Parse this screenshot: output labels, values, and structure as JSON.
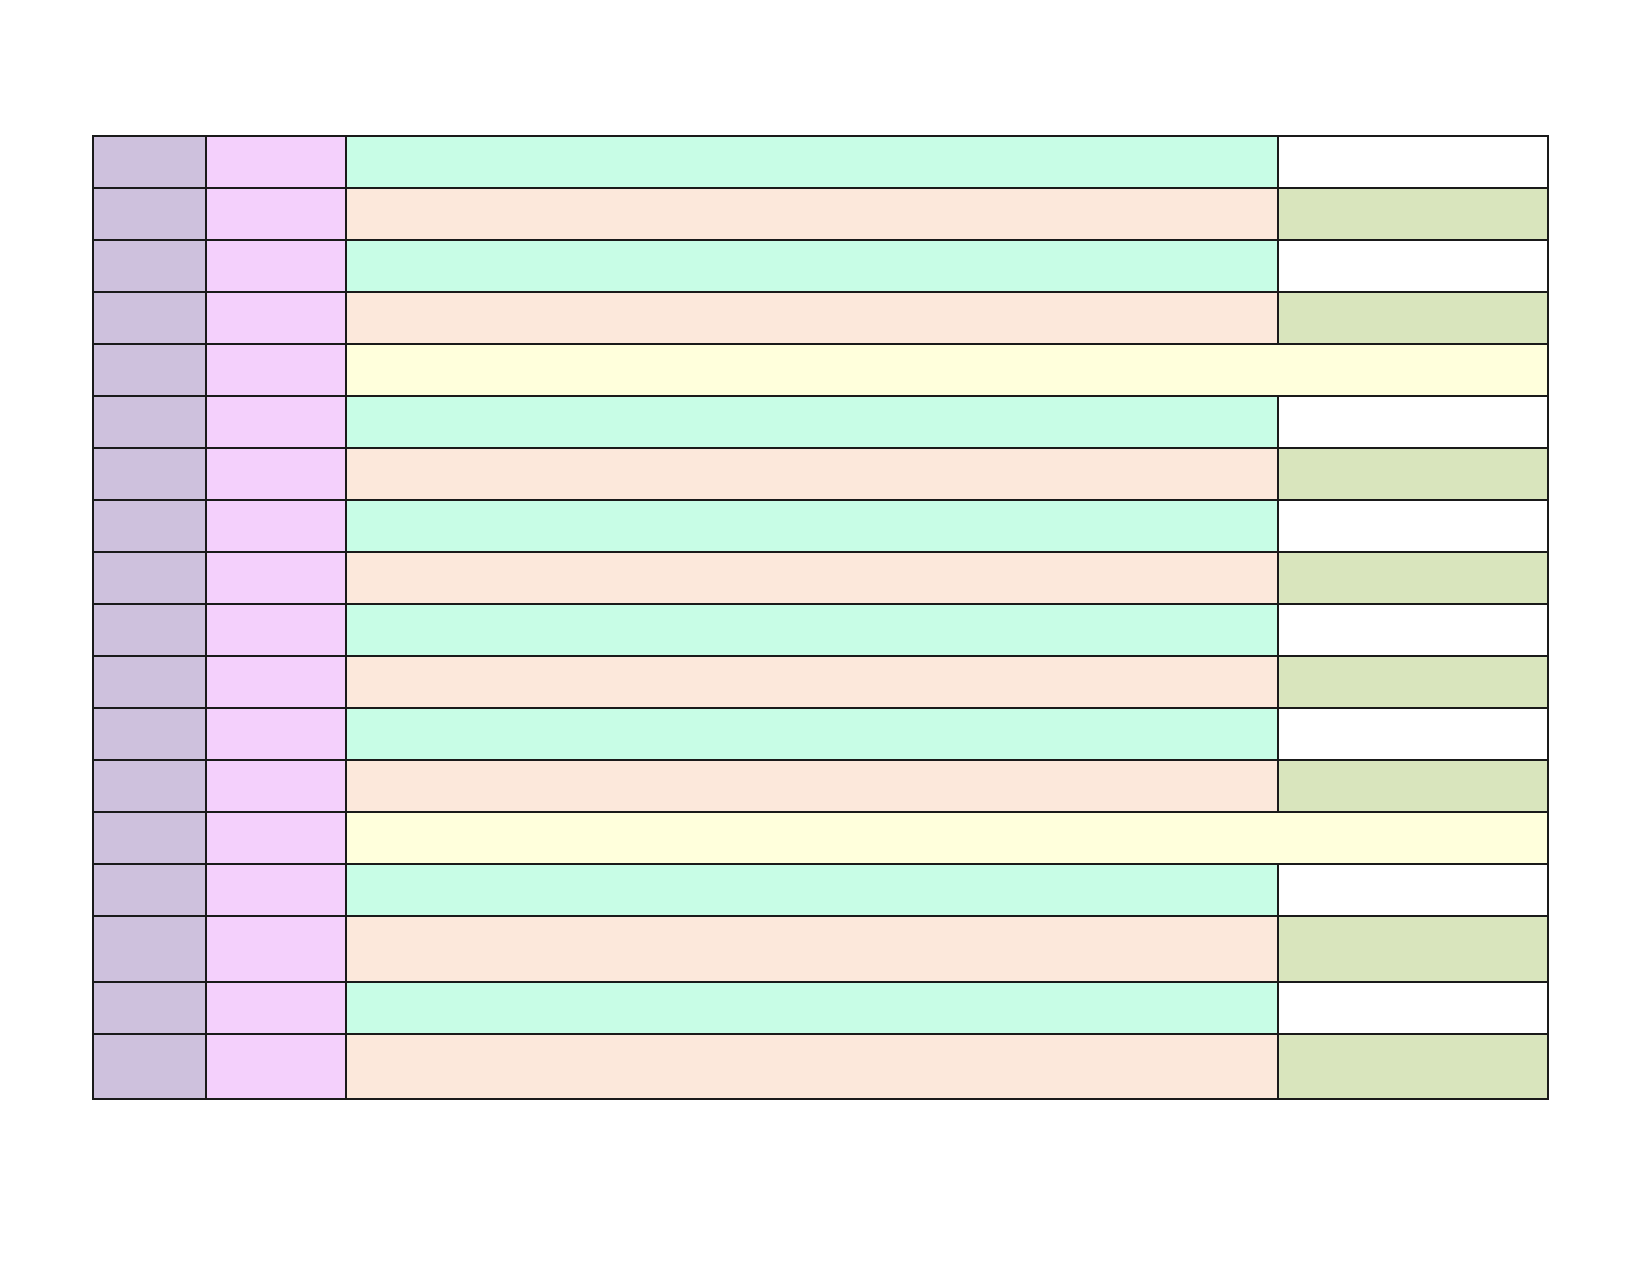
{
  "colors": {
    "lavender": "#cec1dd",
    "pink": "#f4d0fc",
    "mint": "#c8fde6",
    "peach": "#fce8db",
    "sage": "#d9e5bd",
    "yellow": "#ffffdc",
    "white": "#ffffff",
    "border": "#1a1a1a"
  },
  "rows": [
    {
      "pattern": "mint-white"
    },
    {
      "pattern": "peach-sage"
    },
    {
      "pattern": "mint-white"
    },
    {
      "pattern": "peach-sage"
    },
    {
      "pattern": "yellow-span"
    },
    {
      "pattern": "mint-white"
    },
    {
      "pattern": "peach-sage"
    },
    {
      "pattern": "mint-white"
    },
    {
      "pattern": "peach-sage"
    },
    {
      "pattern": "mint-white"
    },
    {
      "pattern": "peach-sage"
    },
    {
      "pattern": "mint-white"
    },
    {
      "pattern": "peach-sage"
    },
    {
      "pattern": "yellow-span"
    },
    {
      "pattern": "mint-white"
    },
    {
      "pattern": "peach-sage"
    },
    {
      "pattern": "mint-white"
    },
    {
      "pattern": "peach-sage"
    }
  ]
}
